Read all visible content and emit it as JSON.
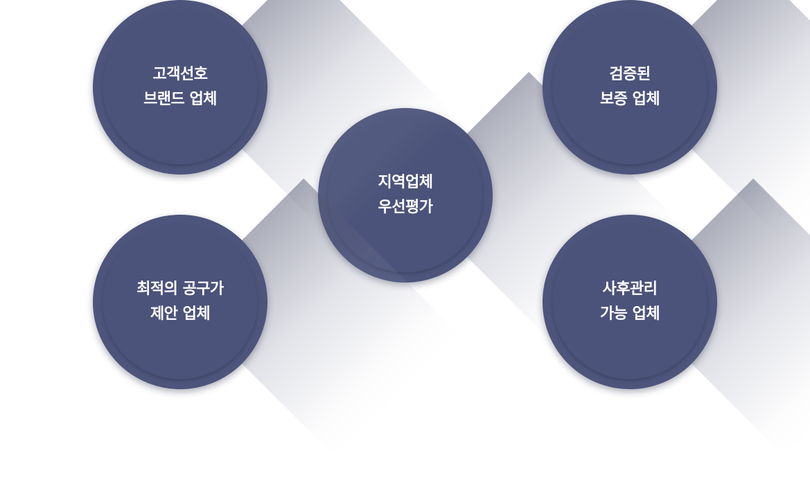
{
  "badges": [
    {
      "line1": "고객선호",
      "line2": "브랜드 업체"
    },
    {
      "line1": "검증된",
      "line2": "보증 업체"
    },
    {
      "line1": "지역업체",
      "line2": "우선평가"
    },
    {
      "line1": "최적의 공구가",
      "line2": "제안 업체"
    },
    {
      "line1": "사후관리",
      "line2": "가능 업체"
    }
  ],
  "colors": {
    "circle": "#4d557c",
    "text": "#ffffff",
    "background": "#ffffff"
  }
}
